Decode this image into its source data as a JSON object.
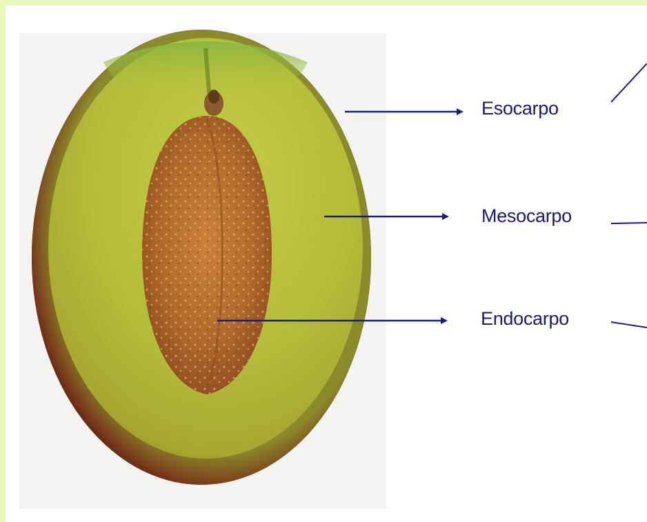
{
  "labels": {
    "exocarp": "Esocarpo",
    "mesocarp": "Mesocarpo",
    "endocarp": "Endocarpo"
  },
  "colors": {
    "frame": "#e6f7b8",
    "label_text": "#1a1a6e",
    "arrow": "#1a1a80",
    "flesh": "#b6c23a",
    "skin": "#5a1f14",
    "pit": "#b46a2c"
  }
}
